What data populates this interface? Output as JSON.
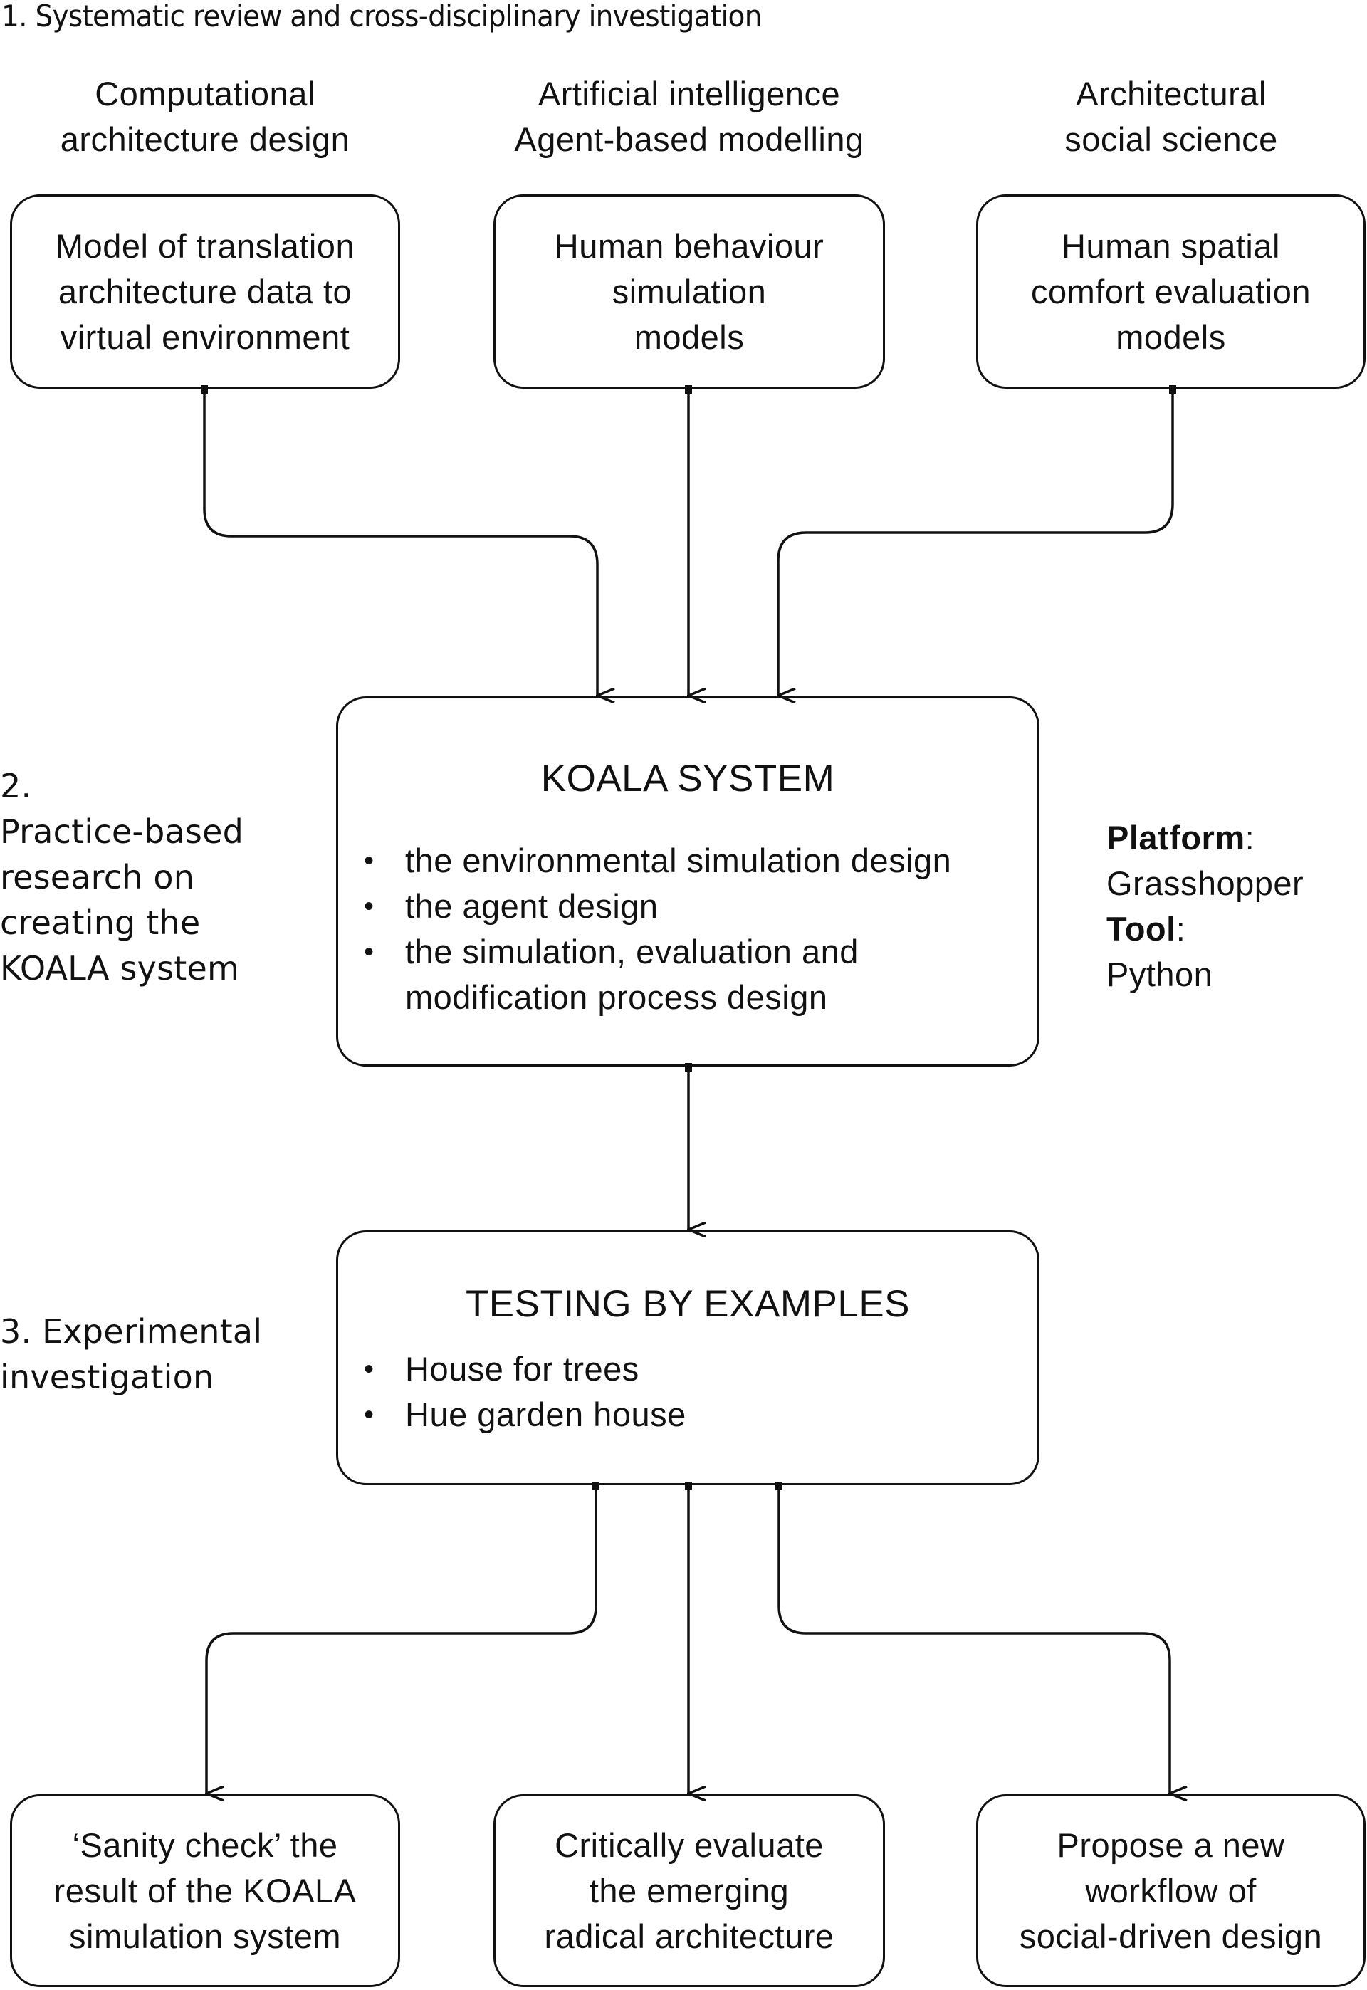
{
  "title": "1. Systematic review and cross-disciplinary investigation",
  "columns": [
    {
      "header": [
        "Computational",
        "architecture design"
      ],
      "box": [
        "Model of translation",
        "architecture data to",
        "virtual environment"
      ]
    },
    {
      "header": [
        "Artificial intelligence",
        "Agent-based modelling"
      ],
      "box": [
        "Human behaviour",
        "simulation",
        "models"
      ]
    },
    {
      "header": [
        "Architectural",
        "social science"
      ],
      "box": [
        "Human spatial",
        "comfort evaluation",
        "models"
      ]
    }
  ],
  "stage2": {
    "label": [
      "2.",
      "Practice-based",
      "research on",
      "creating the",
      "KOALA system"
    ],
    "box_title": "KOALA SYSTEM",
    "bullets": [
      "the environmental simulation design",
      "the agent design",
      "the simulation, evaluation and",
      "modification process design"
    ]
  },
  "platform": {
    "platform_key": "Platform",
    "platform_value": "Grasshopper",
    "tool_key": "Tool",
    "tool_value": "Python",
    "separator": ":"
  },
  "stage3": {
    "label": [
      "3. Experimental",
      "investigation"
    ],
    "box_title": "TESTING BY EXAMPLES",
    "bullets": [
      "House for trees",
      "Hue garden house"
    ]
  },
  "outcomes": [
    [
      "‘Sanity check’ the",
      "result of the KOALA",
      "simulation system"
    ],
    [
      "Critically evaluate",
      "the emerging",
      "radical architecture"
    ],
    [
      "Propose a new",
      "workflow of",
      "social-driven design"
    ]
  ]
}
